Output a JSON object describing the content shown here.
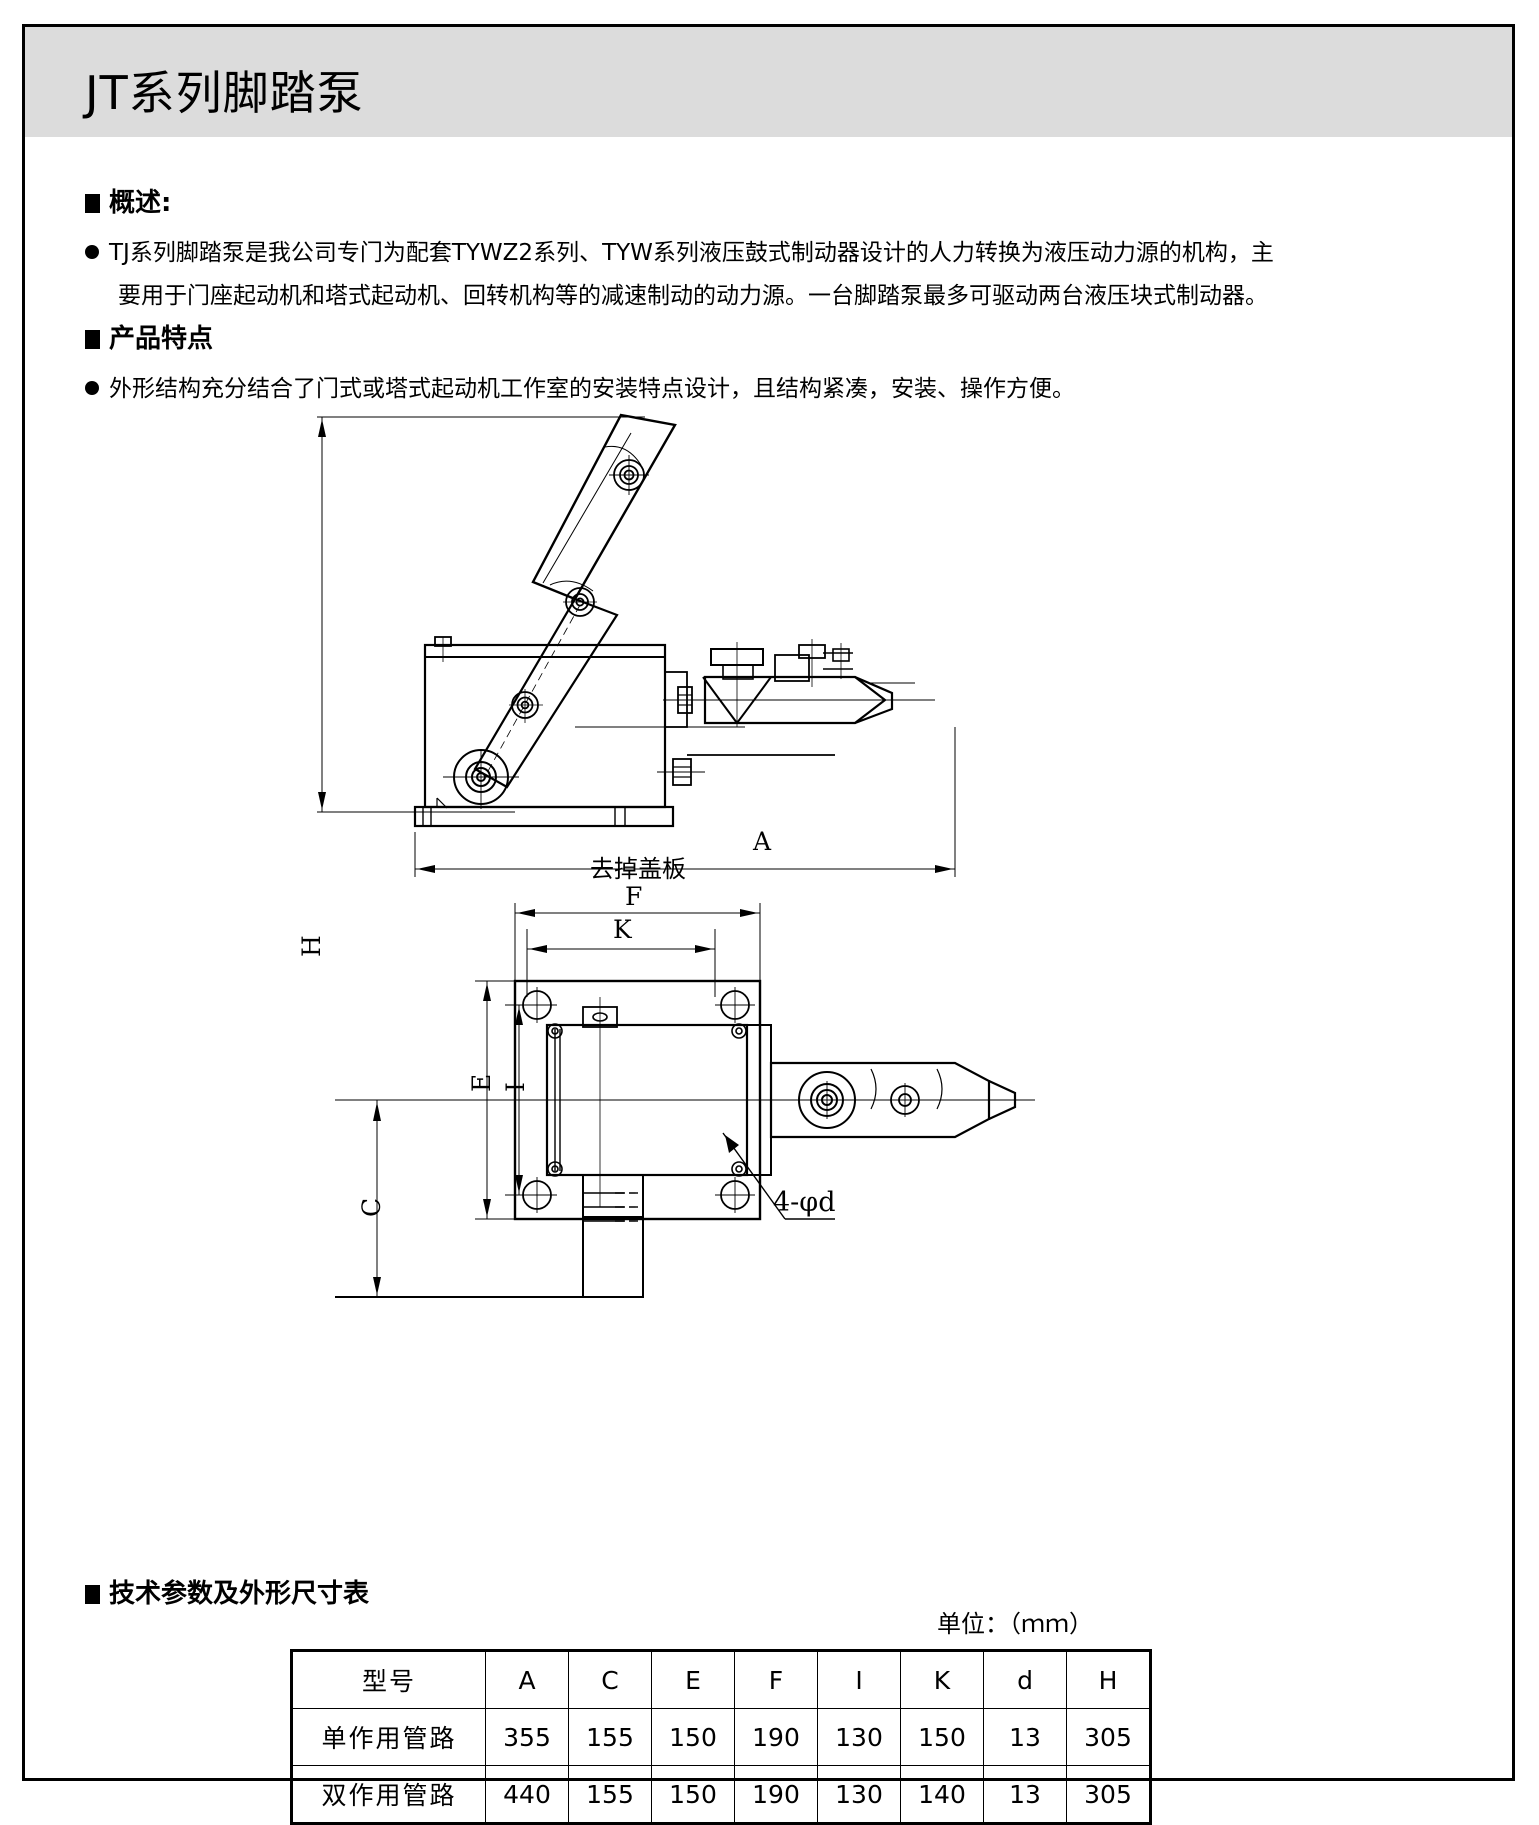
{
  "header": {
    "title": "JT系列脚踏泵"
  },
  "overview": {
    "heading": "概述:",
    "body_line1": "TJ系列脚踏泵是我公司专门为配套TYWZ2系列、TYW系列液压鼓式制动器设计的人力转换为液压动力源的机构，主",
    "body_line2": "要用于门座起动机和塔式起动机、回转机构等的减速制动的动力源。一台脚踏泵最多可驱动两台液压块式制动器。"
  },
  "features": {
    "heading": "产品特点",
    "body_line1": "外形结构充分结合了门式或塔式起动机工作室的安装特点设计，且结构紧凑，安装、操作方便。"
  },
  "drawing_side": {
    "dim_height": "H",
    "dim_length": "A"
  },
  "drawing_plan": {
    "note_cover": "去掉盖板",
    "dim_f": "F",
    "dim_k": "K",
    "dim_e": "E",
    "dim_i": "I",
    "dim_c": "C",
    "hole_note": "4-φd"
  },
  "table_section": {
    "heading": "技术参数及外形尺寸表",
    "unit_note": "单位：（ｍｍ）",
    "columns": [
      "型号",
      "A",
      "C",
      "E",
      "F",
      "I",
      "K",
      "d",
      "H"
    ],
    "rows": [
      {
        "model": "单作用管路",
        "values": [
          "355",
          "155",
          "150",
          "190",
          "130",
          "150",
          "13",
          "305"
        ]
      },
      {
        "model": "双作用管路",
        "values": [
          "440",
          "155",
          "150",
          "190",
          "130",
          "140",
          "13",
          "305"
        ]
      }
    ]
  },
  "colors": {
    "header_band": "#dcdcdc",
    "line": "#000000",
    "page_bg": "#ffffff"
  }
}
